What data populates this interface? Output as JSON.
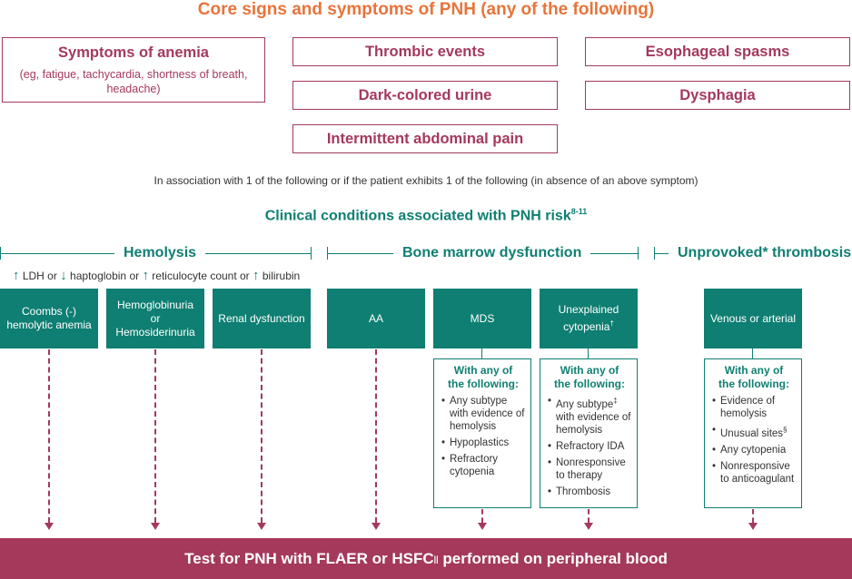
{
  "header": {
    "title": "Core signs and symptoms of PNH (any of the following)"
  },
  "symptoms": {
    "anemia": {
      "label": "Symptoms of anemia",
      "detail": "(eg, fatigue, tachycardia, shortness of breath, headache)"
    },
    "thrombic": "Thrombic events",
    "dark_urine": "Dark-colored urine",
    "abdominal": "Intermittent abdominal pain",
    "esophageal": "Esophageal spasms",
    "dysphagia": "Dysphagia"
  },
  "association_text": "In association with 1 of the following or if the patient exhibits 1 of the following (in absence of an above symptom)",
  "clinical": {
    "title": "Clinical conditions associated with PNH risk",
    "superscript": "8-11"
  },
  "groups": {
    "hemolysis": "Hemolysis",
    "bone_marrow": "Bone marrow dysfunction",
    "thrombosis": "Unprovoked* thrombosis"
  },
  "markers": {
    "up_arrow": "↑",
    "down_arrow": "↓",
    "ldh": "LDH or",
    "haptoglobin": "haptoglobin or",
    "reticulocyte": "reticulocyte count or",
    "bilirubin": "bilirubin"
  },
  "conditions": {
    "coombs": "Coombs (-) hemolytic anemia",
    "hemoglobinuria_1": "Hemoglobinuria",
    "hemoglobinuria_2": "or",
    "hemoglobinuria_3": "Hemosiderinuria",
    "renal": "Renal dysfunction",
    "aa": "AA",
    "mds": "MDS",
    "cytopenia": "Unexplained cytopenia",
    "cytopenia_sup": "†",
    "venous": "Venous or arterial"
  },
  "with_any": {
    "line1": "With any of",
    "line2": "the following:"
  },
  "mds_items": [
    "Any subtype with evidence of hemolysis",
    "Hypoplastics",
    "Refractory cytopenia"
  ],
  "cyto_items": {
    "first": "Any subtype",
    "first_sup": "‡",
    "first_rest": " with evidence of hemolysis",
    "others": [
      "Refractory IDA",
      "Nonresponsive to therapy",
      "Thrombosis"
    ]
  },
  "venous_items": {
    "first": "Evidence of hemolysis",
    "second": "Unusual sites",
    "second_sup": "§",
    "others": [
      "Any cytopenia",
      "Nonresponsive to anticoagulant"
    ]
  },
  "footer": {
    "text_a": "Test for PNH with FLAER or HSFC",
    "sup": "||",
    "text_b": " performed on peripheral blood"
  },
  "colors": {
    "orange": "#E8743B",
    "maroon": "#A4395C",
    "teal": "#0E7F72"
  }
}
